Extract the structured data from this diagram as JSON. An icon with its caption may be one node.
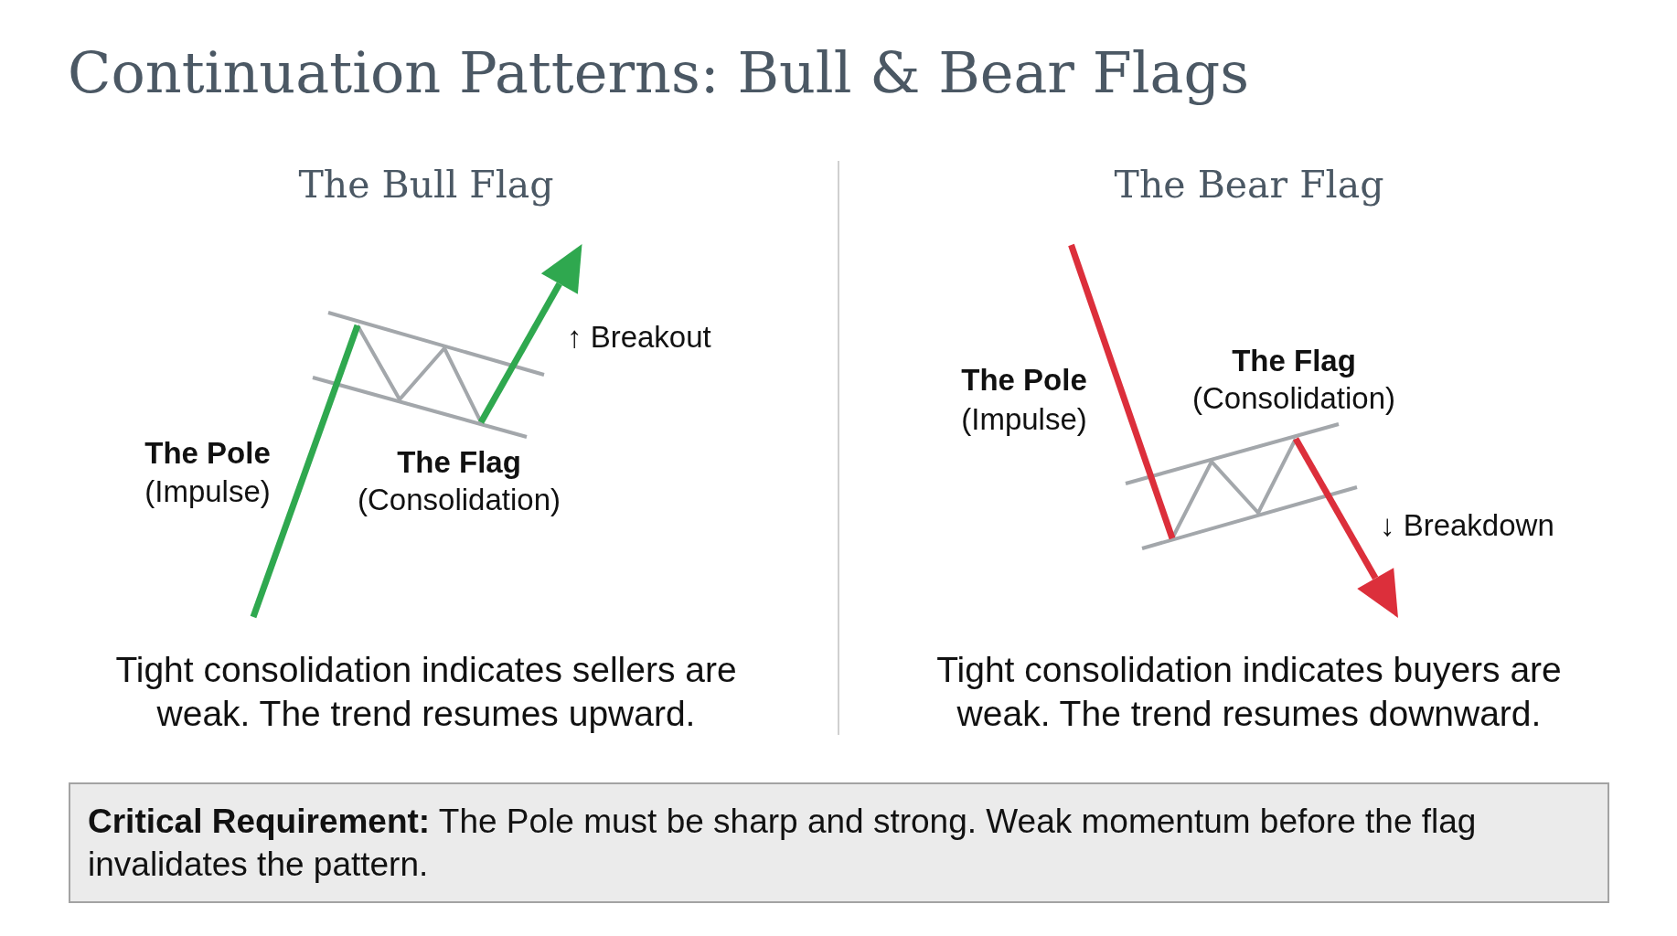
{
  "diagram": {
    "title": "Continuation Patterns: Bull & Bear Flags",
    "nodes": [
      {
        "text": [
          "**Critical Requirement:** The Pole must be sharp and strong. Weak momentum before the flag invalidates the pattern."
        ]
      }
    ],
    "labels": [
      "The Bull Flag",
      "↑ Breakout",
      "The Pole",
      "(Impulse)",
      "The Flag",
      "(Consolidation)",
      "Tight consolidation indicates sellers are weak. The trend resumes upward.",
      "The Bear Flag",
      "The Flag",
      "(Consolidation)",
      "The Pole",
      "(Impulse)",
      "↓ Breakdown",
      "Tight consolidation indicates buyers are weak. The trend resumes downward."
    ]
  }
}
